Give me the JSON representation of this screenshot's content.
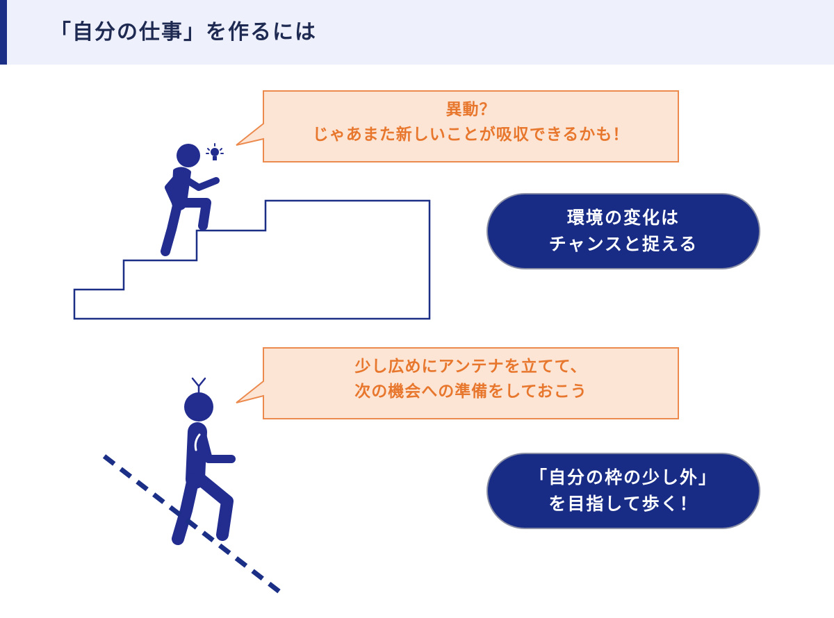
{
  "header": {
    "title": "「自分の仕事」を作るには"
  },
  "scene_top": {
    "bubble_lines": [
      "異動？",
      "じゃあまた新しいことが吸収できるかも！"
    ],
    "pill_lines": [
      "環境の変化は",
      "チャンスと捉える"
    ]
  },
  "scene_bottom": {
    "bubble_lines": [
      "少し広めにアンテナを立てて、",
      "次の機会への準備をしておこう"
    ],
    "pill_lines": [
      "「自分の枠の少し外」",
      "を目指して歩く！"
    ]
  },
  "colors": {
    "navy": "#1b2f86",
    "figure": "#222d8f",
    "bubble_fill": "#fde5d6",
    "bubble_border": "#ec8a4e",
    "bubble_text": "#e8772e",
    "header_bg": "#eef0fb"
  },
  "icons": [
    "lightbulb-icon",
    "antenna-icon",
    "person-climbing-icon",
    "person-walking-icon"
  ]
}
